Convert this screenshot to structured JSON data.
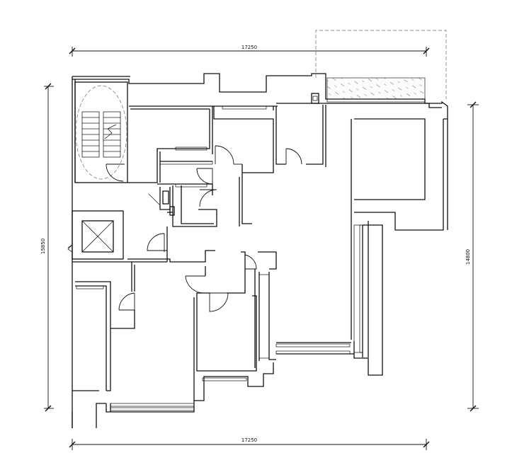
{
  "dimensions": {
    "top": "17250",
    "bottom": "17250",
    "left": "15850",
    "right": "14800"
  }
}
